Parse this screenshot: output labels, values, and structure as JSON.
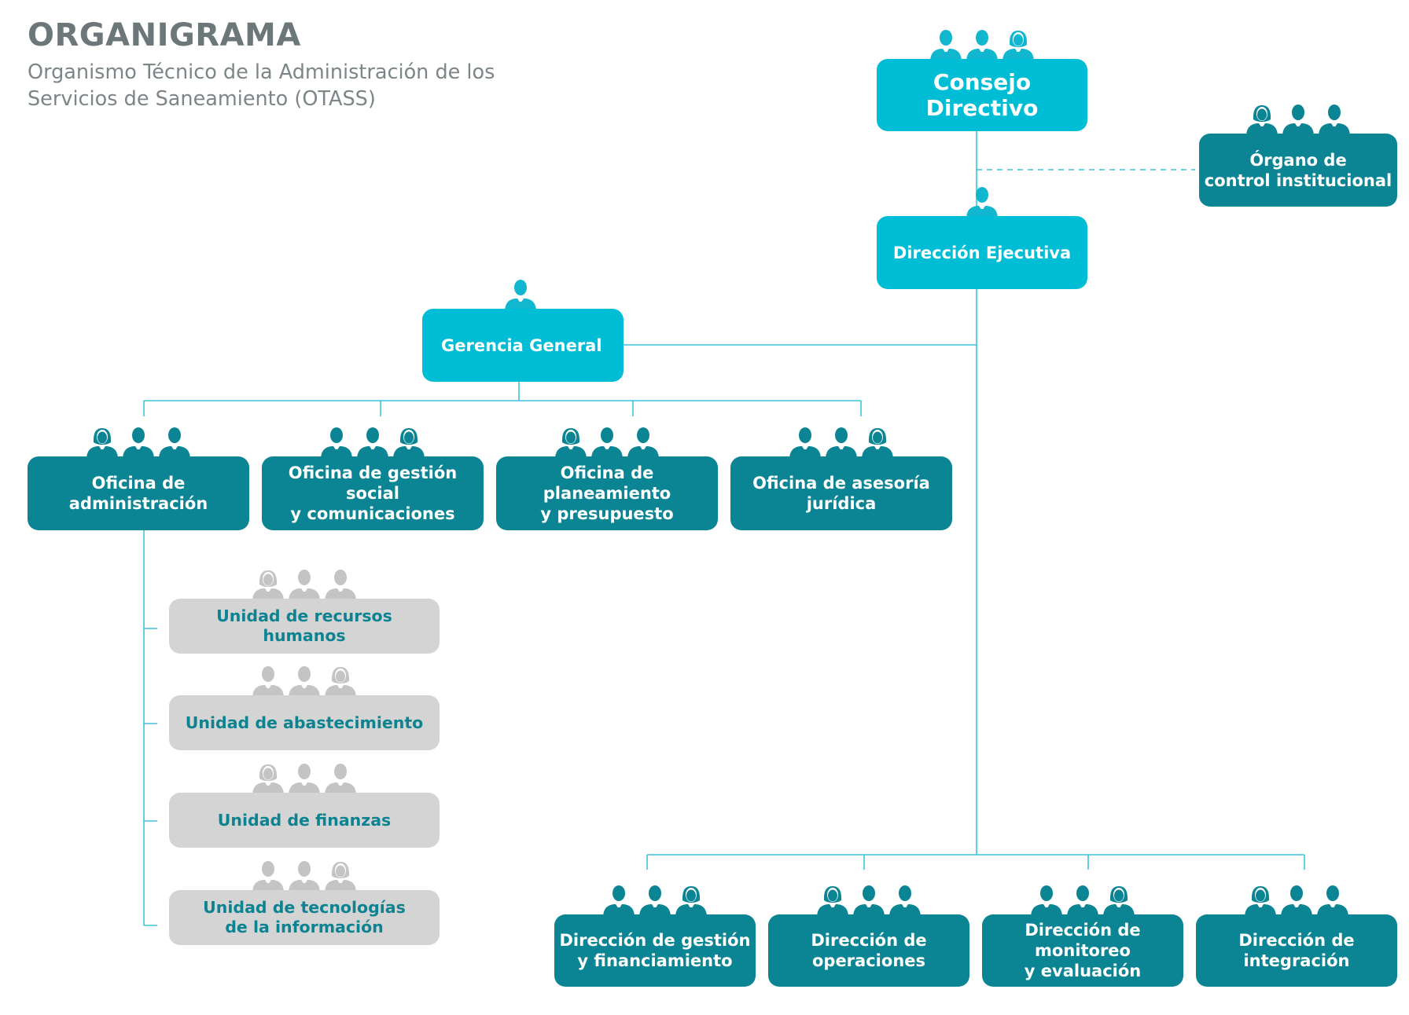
{
  "header": {
    "title": "ORGANIGRAMA",
    "subtitle": "Organismo Técnico de la Administración de los Servicios de Saneamiento (OTASS)"
  },
  "colors": {
    "primary": "#00bdd6",
    "secondary": "#0b8594",
    "unit_bg": "#d4d4d4",
    "unit_text": "#0d8391",
    "connector": "#3cc3db",
    "unit_icon": "#c4c4c4"
  },
  "nodes": {
    "consejo_directivo": {
      "label": "Consejo\nDirectivo",
      "people": [
        "male-user-icon",
        "male-user-icon",
        "female-user-icon"
      ]
    },
    "organo_control": {
      "label": "Órgano de\ncontrol institucional",
      "people": [
        "female-user-icon",
        "male-user-icon",
        "male-user-icon"
      ]
    },
    "direccion_ejecutiva": {
      "label": "Dirección Ejecutiva",
      "people": [
        "male-user-icon"
      ]
    },
    "gerencia_general": {
      "label": "Gerencia General",
      "people": [
        "male-user-icon"
      ]
    },
    "oficina_administracion": {
      "label": "Oficina de\nadministración",
      "people": [
        "female-user-icon",
        "male-user-icon",
        "male-user-icon"
      ]
    },
    "oficina_gestion_social": {
      "label": "Oficina de gestión social\ny comunicaciones",
      "people": [
        "male-user-icon",
        "male-user-icon",
        "female-user-icon"
      ]
    },
    "oficina_planeamiento": {
      "label": "Oficina de planeamiento\ny presupuesto",
      "people": [
        "female-user-icon",
        "male-user-icon",
        "male-user-icon"
      ]
    },
    "oficina_asesoria": {
      "label": "Oficina de asesoría\njurídica",
      "people": [
        "male-user-icon",
        "male-user-icon",
        "female-user-icon"
      ]
    },
    "unidad_rrhh": {
      "label": "Unidad de recursos humanos",
      "people": [
        "female-user-icon",
        "male-user-icon",
        "male-user-icon"
      ]
    },
    "unidad_abastecimiento": {
      "label": "Unidad de abastecimiento",
      "people": [
        "male-user-icon",
        "male-user-icon",
        "female-user-icon"
      ]
    },
    "unidad_finanzas": {
      "label": "Unidad de finanzas",
      "people": [
        "female-user-icon",
        "male-user-icon",
        "male-user-icon"
      ]
    },
    "unidad_ti": {
      "label": "Unidad de tecnologías\nde la información",
      "people": [
        "male-user-icon",
        "male-user-icon",
        "female-user-icon"
      ]
    },
    "direccion_gestion": {
      "label": "Dirección de gestión\ny financiamiento",
      "people": [
        "male-user-icon",
        "male-user-icon",
        "female-user-icon"
      ]
    },
    "direccion_operaciones": {
      "label": "Dirección de\noperaciones",
      "people": [
        "female-user-icon",
        "male-user-icon",
        "male-user-icon"
      ]
    },
    "direccion_monitoreo": {
      "label": "Dirección de monitoreo\ny evaluación",
      "people": [
        "male-user-icon",
        "male-user-icon",
        "female-user-icon"
      ]
    },
    "direccion_integracion": {
      "label": "Dirección de\nintegración",
      "people": [
        "female-user-icon",
        "male-user-icon",
        "male-user-icon"
      ]
    }
  }
}
